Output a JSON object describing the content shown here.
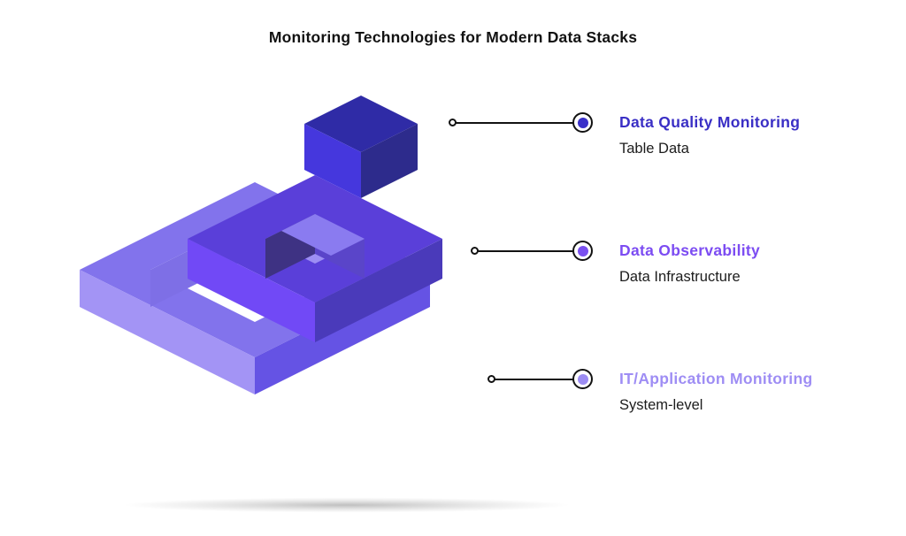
{
  "title": "Monitoring Technologies for Modern Data Stacks",
  "callouts": [
    {
      "title": "Data Quality Monitoring",
      "subtitle": "Table Data",
      "color": "#3a2fc5",
      "dot_color": "#3a30c9"
    },
    {
      "title": "Data Observability",
      "subtitle": "Data Infrastructure",
      "color": "#7c4cf2",
      "dot_color": "#7a50ef"
    },
    {
      "title": "IT/Application Monitoring",
      "subtitle": "System-level",
      "color": "#9e8df4",
      "dot_color": "#9c8cf2"
    }
  ],
  "illustration": {
    "colors": {
      "cube_top": "#2f2ba6",
      "cube_left": "#4537dd",
      "cube_right": "#2d2b8c",
      "mid_top": "#5a3fd9",
      "mid_left": "#7149f6",
      "mid_front": "#4a3aba",
      "mid_inner_left": "#3e3283",
      "mid_inner_right": "#5a45c9",
      "light_top": "#8273ec",
      "light_left": "#a394f5",
      "light_front": "#6553e4",
      "light_inner_left": "#7e6fe6",
      "light_inner_right": "#9d8ef3",
      "band": "#8a7bf0"
    }
  }
}
